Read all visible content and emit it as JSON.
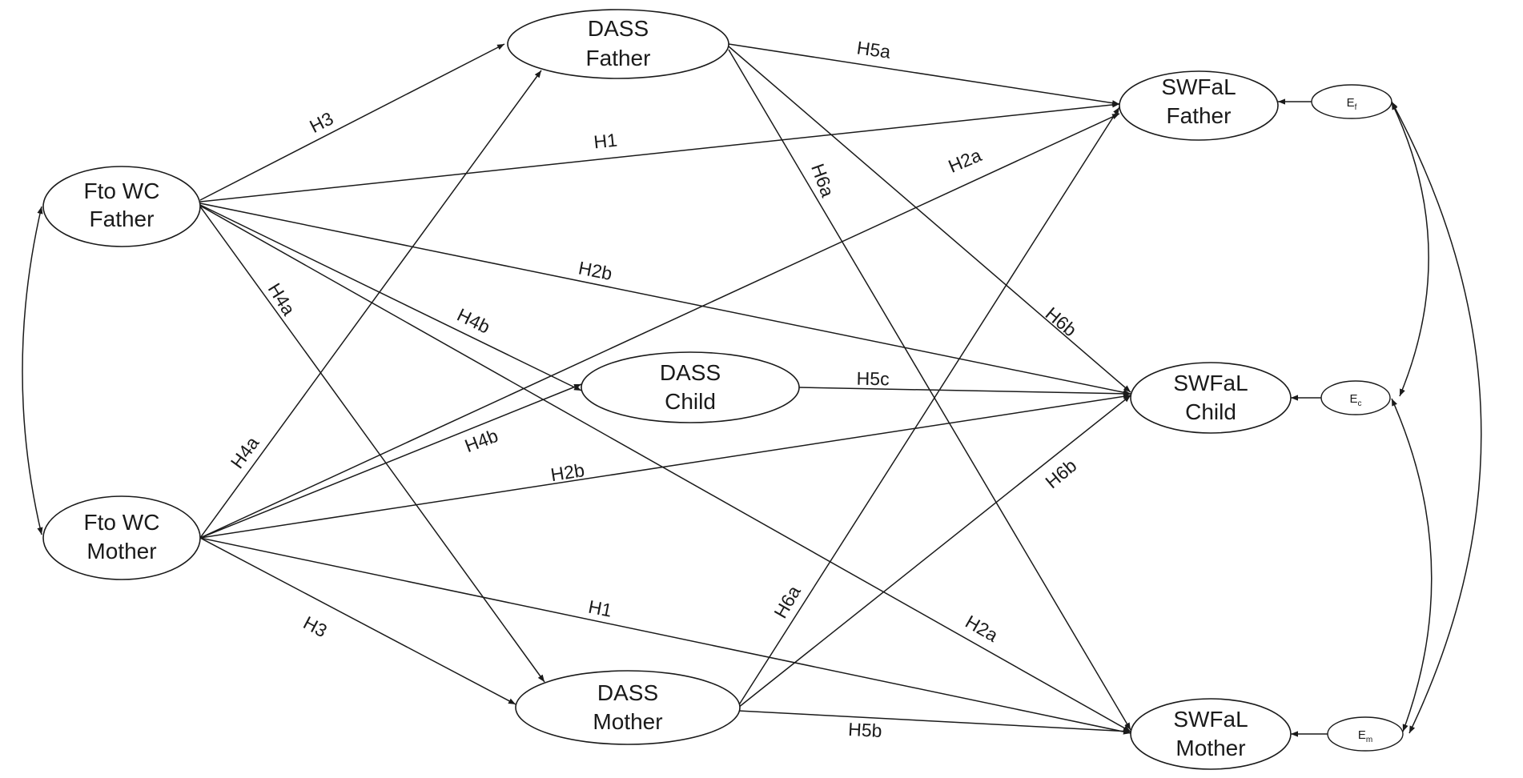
{
  "nodes": {
    "fwc_father": {
      "line1": "Fto WC",
      "line2": "Father"
    },
    "fwc_mother": {
      "line1": "Fto WC",
      "line2": "Mother"
    },
    "dass_father": {
      "line1": "DASS",
      "line2": "Father"
    },
    "dass_child": {
      "line1": "DASS",
      "line2": "Child"
    },
    "dass_mother": {
      "line1": "DASS",
      "line2": "Mother"
    },
    "swfal_father": {
      "line1": "SWFaL",
      "line2": "Father"
    },
    "swfal_child": {
      "line1": "SWFaL",
      "line2": "Child"
    },
    "swfal_mother": {
      "line1": "SWFaL",
      "line2": "Mother"
    }
  },
  "errors": {
    "e_f": {
      "base": "E",
      "sub": "f"
    },
    "e_c": {
      "base": "E",
      "sub": "c"
    },
    "e_m": {
      "base": "E",
      "sub": "m"
    }
  },
  "edge_labels": {
    "h3_top": "H3",
    "h1_top": "H1",
    "h4a_left": "H4a",
    "h4b_top": "H4b",
    "h2b_top": "H2b",
    "h5a": "H5a",
    "h6a_top": "H6a",
    "h2a_top": "H2a",
    "h6b_top": "H6b",
    "h5c": "H5c",
    "h4a_bottom": "H4a",
    "h4b_bottom": "H4b",
    "h2b_bottom": "H2b",
    "h3_bottom": "H3",
    "h1_bottom": "H1",
    "h6a_bottom": "H6a",
    "h6b_bottom": "H6b",
    "h2a_bottom": "H2a",
    "h5b": "H5b"
  }
}
